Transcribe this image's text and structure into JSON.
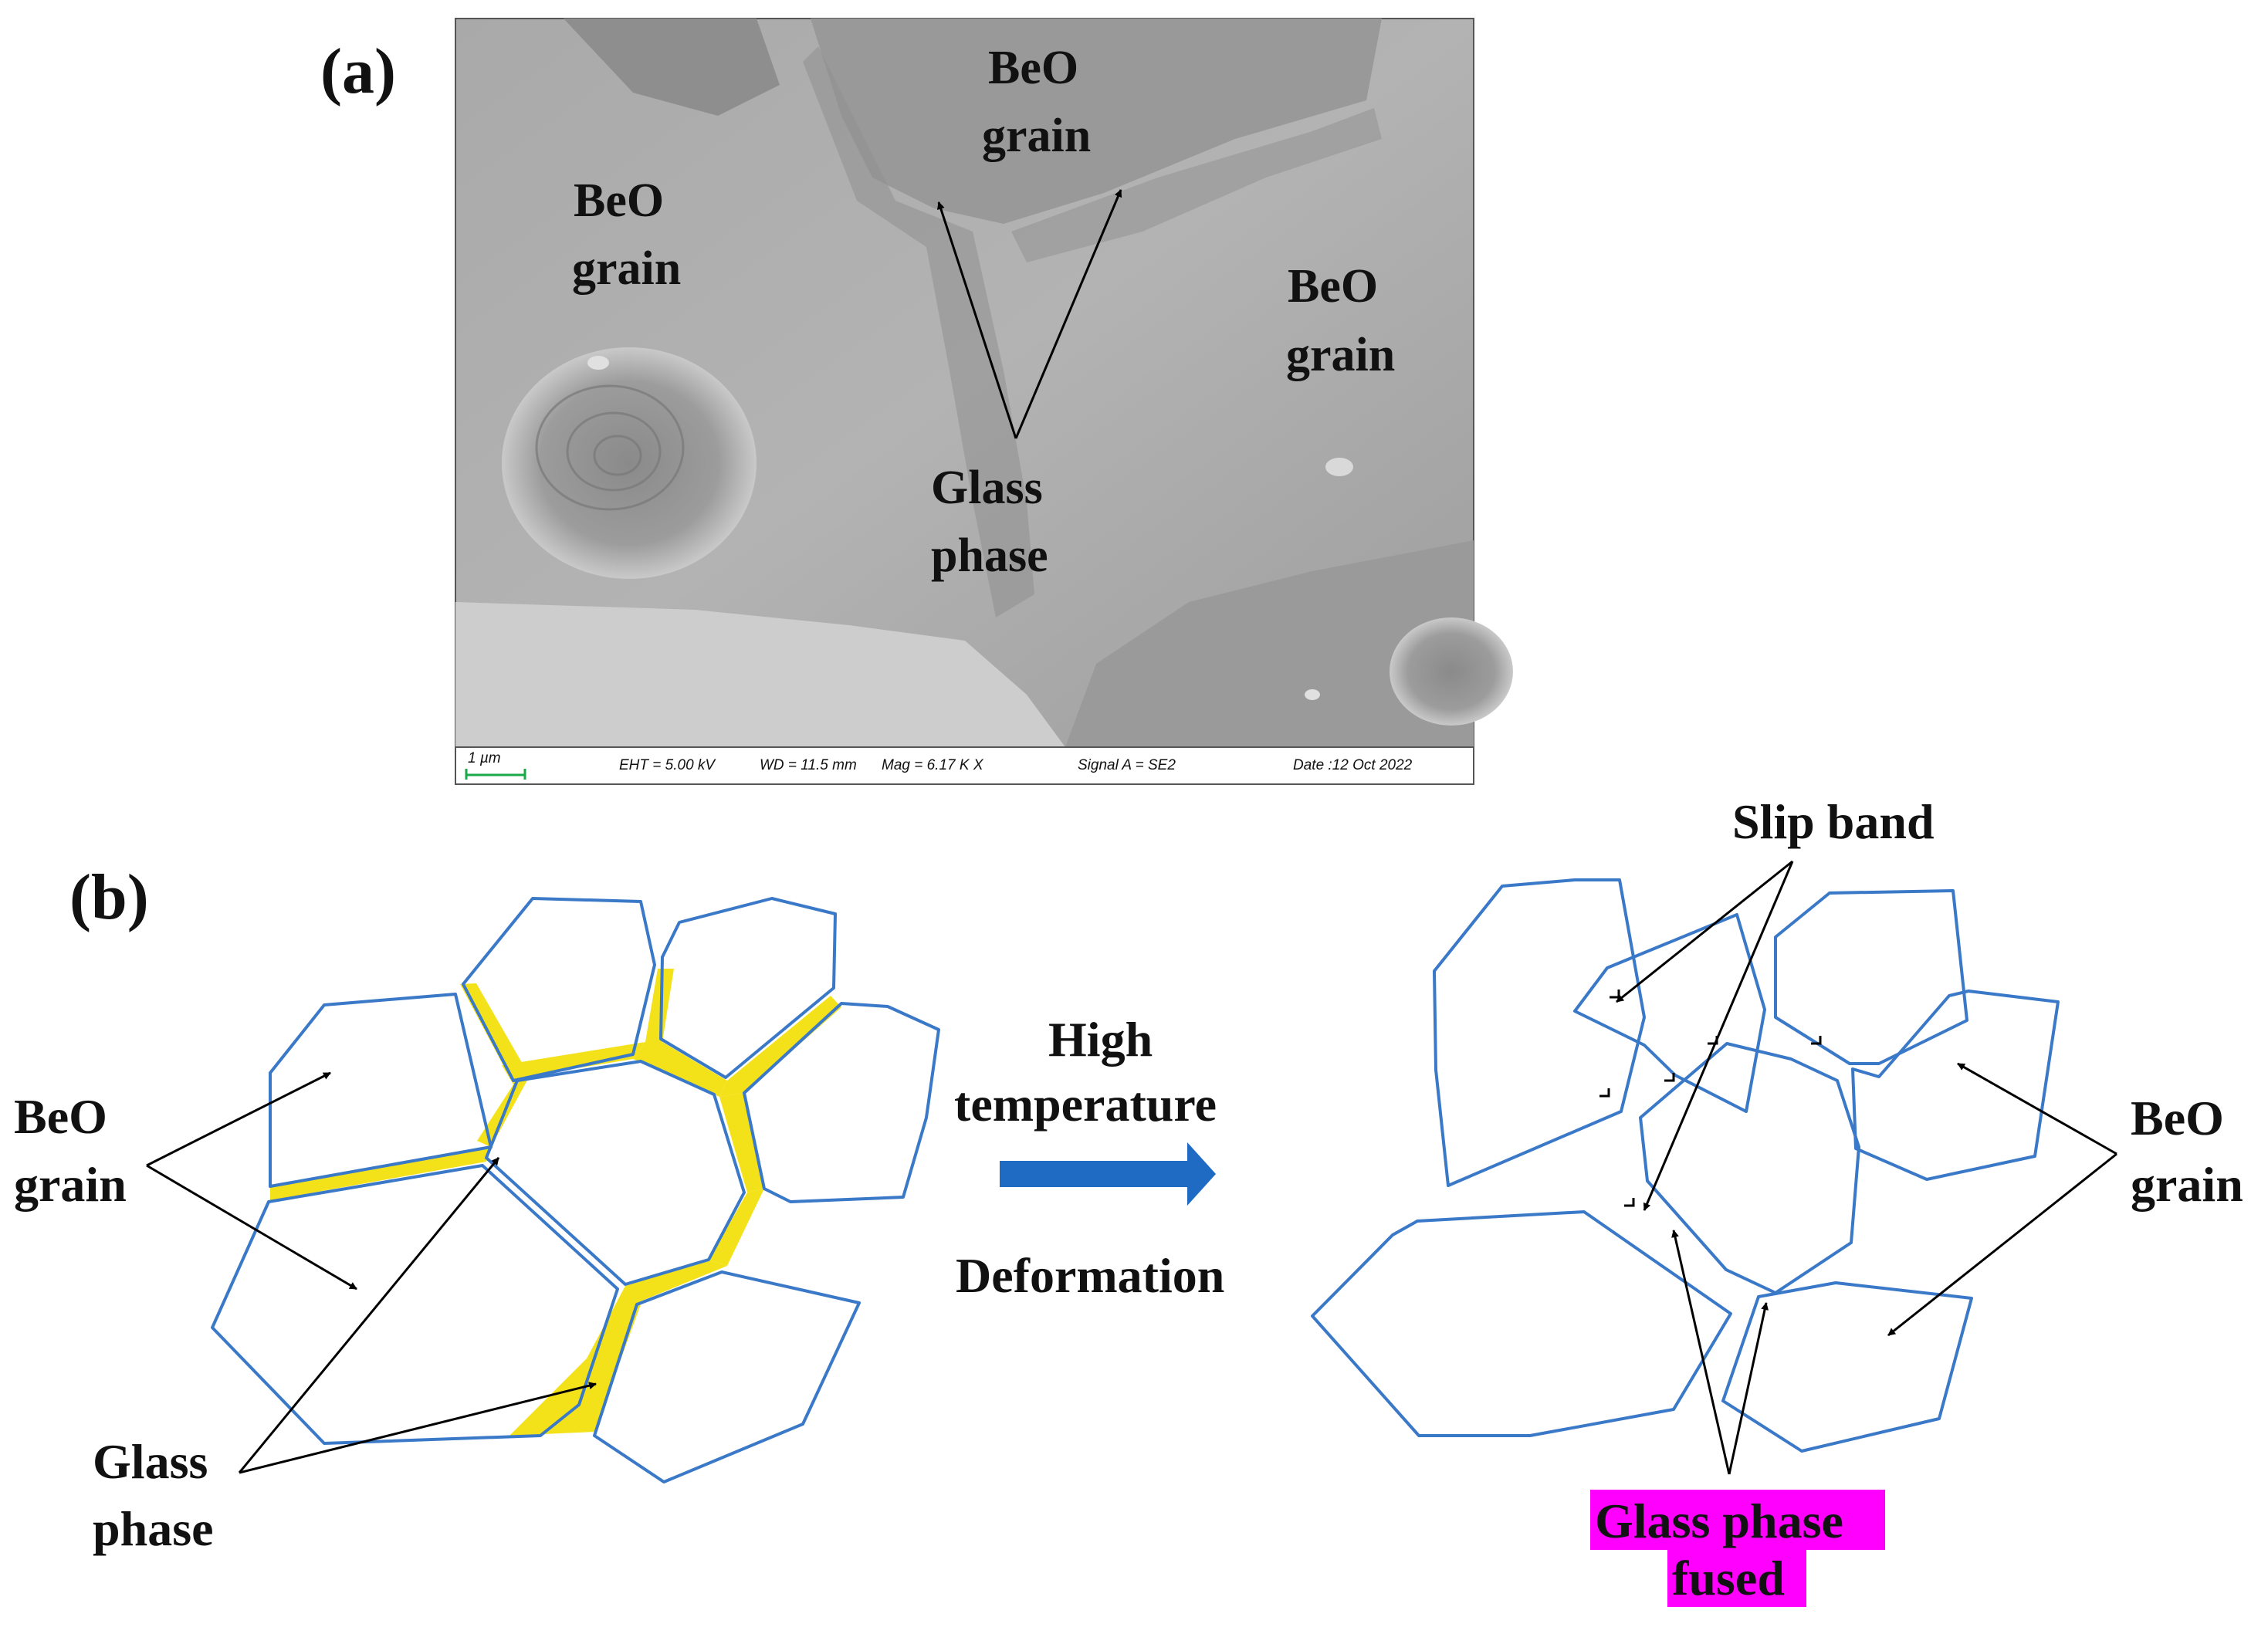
{
  "panel_a": {
    "label": "(a)",
    "sem_labels": {
      "grain_top": [
        "BeO",
        "grain"
      ],
      "grain_left": [
        "BeO",
        "grain"
      ],
      "grain_right": [
        "BeO",
        "grain"
      ],
      "glass": [
        "Glass",
        "phase"
      ]
    },
    "databar": {
      "scale": "1 µm",
      "eht": "EHT =  5.00 kV",
      "wd": "WD = 11.5 mm",
      "mag": "Mag =   6.17 K X",
      "signal": "Signal A = SE2",
      "date": "Date :12 Oct 2022"
    }
  },
  "panel_b": {
    "label": "(b)",
    "left_labels": {
      "grain": [
        "BeO",
        "grain"
      ],
      "glass": [
        "Glass",
        "phase"
      ]
    },
    "process": {
      "line1": "High",
      "line2": "temperature",
      "line3": "Deformation"
    },
    "right_labels": {
      "slip": "Slip band",
      "grain": [
        "BeO",
        "grain"
      ],
      "fused": [
        "Glass phase",
        "fused"
      ]
    }
  },
  "colors": {
    "grain_outline": "#3a78c8",
    "glass_phase": "#f3e21a",
    "process_arrow": "#1f6bc4",
    "fused_highlight": "#ff00ff"
  }
}
